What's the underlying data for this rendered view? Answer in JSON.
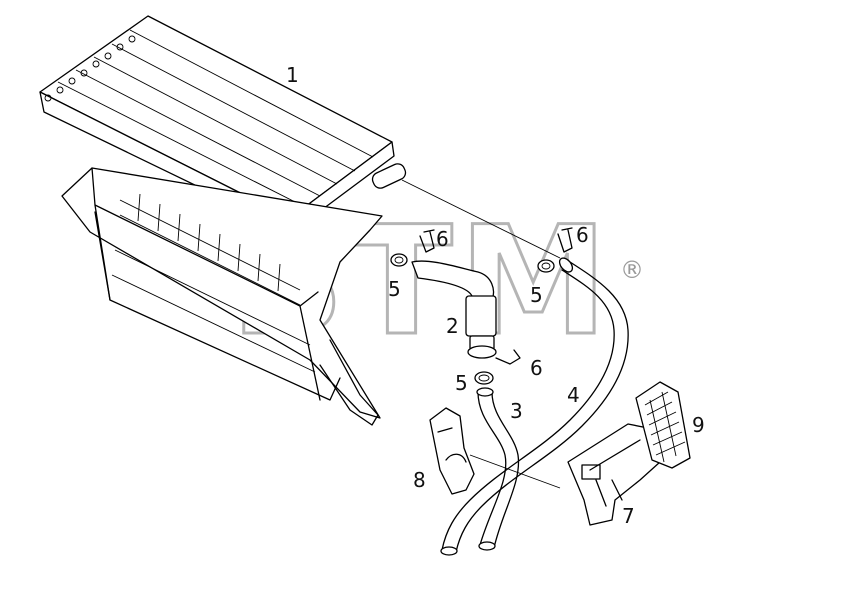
{
  "diagram": {
    "callouts": [
      {
        "id": "1",
        "label": "1"
      },
      {
        "id": "2",
        "label": "2"
      },
      {
        "id": "3",
        "label": "3"
      },
      {
        "id": "4",
        "label": "4"
      },
      {
        "id": "5a",
        "label": "5"
      },
      {
        "id": "5b",
        "label": "5"
      },
      {
        "id": "5c",
        "label": "5"
      },
      {
        "id": "6a",
        "label": "6"
      },
      {
        "id": "6b",
        "label": "6"
      },
      {
        "id": "6c",
        "label": "6"
      },
      {
        "id": "7",
        "label": "7"
      },
      {
        "id": "8",
        "label": "8"
      },
      {
        "id": "9",
        "label": "9"
      }
    ]
  },
  "watermark": {
    "text": "BTM",
    "registered_mark": "®",
    "color": "#b5b5b5"
  }
}
